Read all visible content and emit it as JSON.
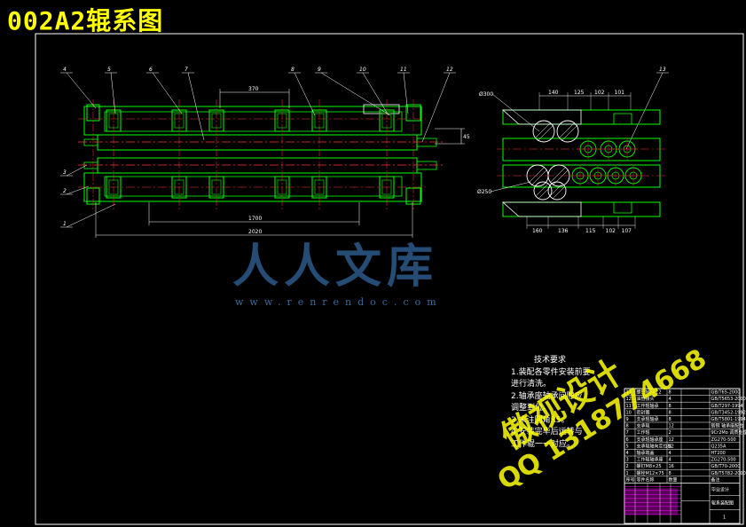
{
  "drawing": {
    "title": "002A2辊系图"
  },
  "callouts": [
    "1",
    "2",
    "3",
    "4",
    "5",
    "6",
    "7",
    "8",
    "9",
    "10",
    "11",
    "12",
    "13"
  ],
  "dimensions": {
    "pitch_370": "370",
    "len_1700": "1700",
    "len_2020": "2020",
    "dim_45": "45",
    "top_widths": [
      "140",
      "125",
      "102",
      "101"
    ],
    "bottom_widths": [
      "160",
      "136",
      "115",
      "102",
      "107"
    ],
    "dia_top": "Ø300",
    "dia_bottom": "Ø250"
  },
  "watermark": {
    "brand": "人人文库",
    "url": "www.renrendoc.com"
  },
  "tech_notes": {
    "heading": "技术要求",
    "lines": [
      "1.装配各零件安装前要",
      "进行清洗。",
      "2.轴承座轴承间隙应",
      "调整到位。",
      "3.未注圆角R5。",
      "4.安装完毕后运转与",
      "工作辊一一对应。"
    ]
  },
  "stamp": {
    "line1": "傲视设计",
    "line2": "QQ 1318774668"
  },
  "title_block": {
    "rows": [
      {
        "no": "13",
        "name": "螺钉M6×12",
        "qty": "8",
        "note": "GB/T65-2000"
      },
      {
        "no": "12",
        "name": "油管接头",
        "qty": "4",
        "note": "GB/T5653-2000"
      },
      {
        "no": "11",
        "name": "工作辊轴承",
        "qty": "8",
        "note": "GB/T297-1994"
      },
      {
        "no": "10",
        "name": "密封圈",
        "qty": "8",
        "note": "GB/T3452-1992"
      },
      {
        "no": "9",
        "name": "支承辊轴承",
        "qty": "8",
        "note": "GB/T5801-1994"
      },
      {
        "no": "8",
        "name": "支承辊",
        "qty": "12",
        "note": "锻钢 轴承座配合"
      },
      {
        "no": "7",
        "name": "工作辊",
        "qty": "2",
        "note": "9Cr2Mo 调质处理"
      },
      {
        "no": "6",
        "name": "支承辊轴承座",
        "qty": "12",
        "note": "ZG270-500"
      },
      {
        "no": "5",
        "name": "支承辊轴向定位板",
        "qty": "12",
        "note": "Q235A"
      },
      {
        "no": "4",
        "name": "轴承端盖",
        "qty": "4",
        "note": "HT200"
      },
      {
        "no": "3",
        "name": "工作辊轴承座",
        "qty": "4",
        "note": "ZG270-500"
      },
      {
        "no": "2",
        "name": "螺钉M8×25",
        "qty": "16",
        "note": "GB/T70-2000"
      },
      {
        "no": "1",
        "name": "螺栓M12×75",
        "qty": "8",
        "note": "GB/T5782-2000"
      }
    ],
    "header": {
      "no": "序号",
      "name": "零件名称",
      "qty": "数量",
      "note": "备注"
    },
    "drawing_name": "辊系装配图",
    "school": "毕业设计",
    "sheet": "1"
  },
  "colors": {
    "background": "#000000",
    "outline": "#00ff00",
    "centerline": "#ff3333",
    "section": "#ffffff",
    "title": "#ffff00",
    "magenta": "#ff00ff",
    "watermark": "#2c5a8a"
  }
}
